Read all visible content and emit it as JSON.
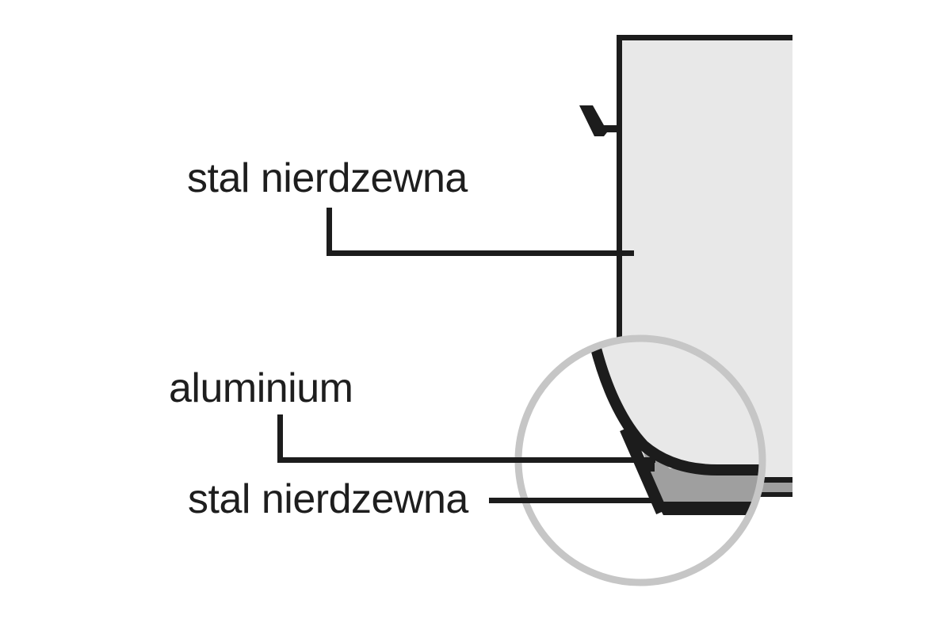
{
  "title": "cookware sandwich-bottom construction diagram",
  "labels": {
    "top": "stal nierdzewna",
    "middle": "aluminium",
    "bottom": "stal nierdzewna"
  },
  "colors": {
    "background": "#ffffff",
    "outline": "#1c1c1c",
    "steel_fill": "#e8e8e8",
    "aluminium_fill": "#9f9f9f",
    "lens_ring": "#c6c6c6",
    "lens_fill": "#ffffff",
    "text": "#1e1e1e"
  },
  "figure": {
    "pot_part": "pot body cross-section, bottom-left corner magnified in lens",
    "layers_top_to_bottom": [
      "stal nierdzewna",
      "aluminium",
      "stal nierdzewna"
    ]
  }
}
